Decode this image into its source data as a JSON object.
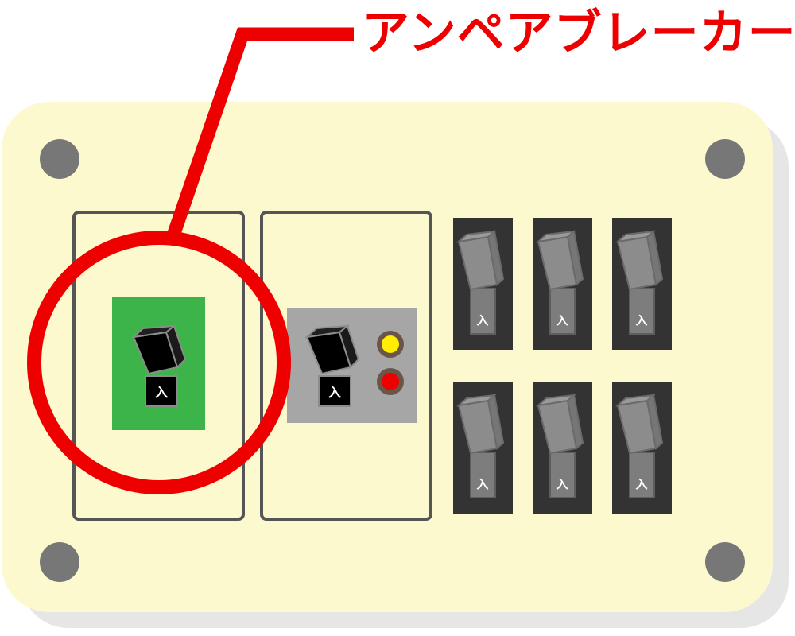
{
  "callout": {
    "title": "アンペアブレーカー",
    "color": "#ee0000"
  },
  "panel": {
    "body_color": "#fdf9cf",
    "shadow_color": "#e6e6e6",
    "screw_color": "#777777",
    "frame_color": "#555555"
  },
  "ampere_breaker": {
    "plate_color": "#3cb44a",
    "switch_label": "入"
  },
  "earth_leakage_breaker": {
    "plate_color": "#a6a6a6",
    "switch_label": "入",
    "indicators": [
      {
        "name": "yellow-indicator",
        "color": "#ffee00"
      },
      {
        "name": "red-indicator",
        "color": "#ee0000"
      }
    ]
  },
  "branch_breakers": {
    "slot_color": "#333333",
    "handle_color": "#8c8c8c",
    "items": [
      {
        "label": "入"
      },
      {
        "label": "入"
      },
      {
        "label": "入"
      },
      {
        "label": "入"
      },
      {
        "label": "入"
      },
      {
        "label": "入"
      }
    ]
  },
  "icons": {
    "screw": "screw-icon",
    "toggle": "toggle-switch-icon"
  }
}
